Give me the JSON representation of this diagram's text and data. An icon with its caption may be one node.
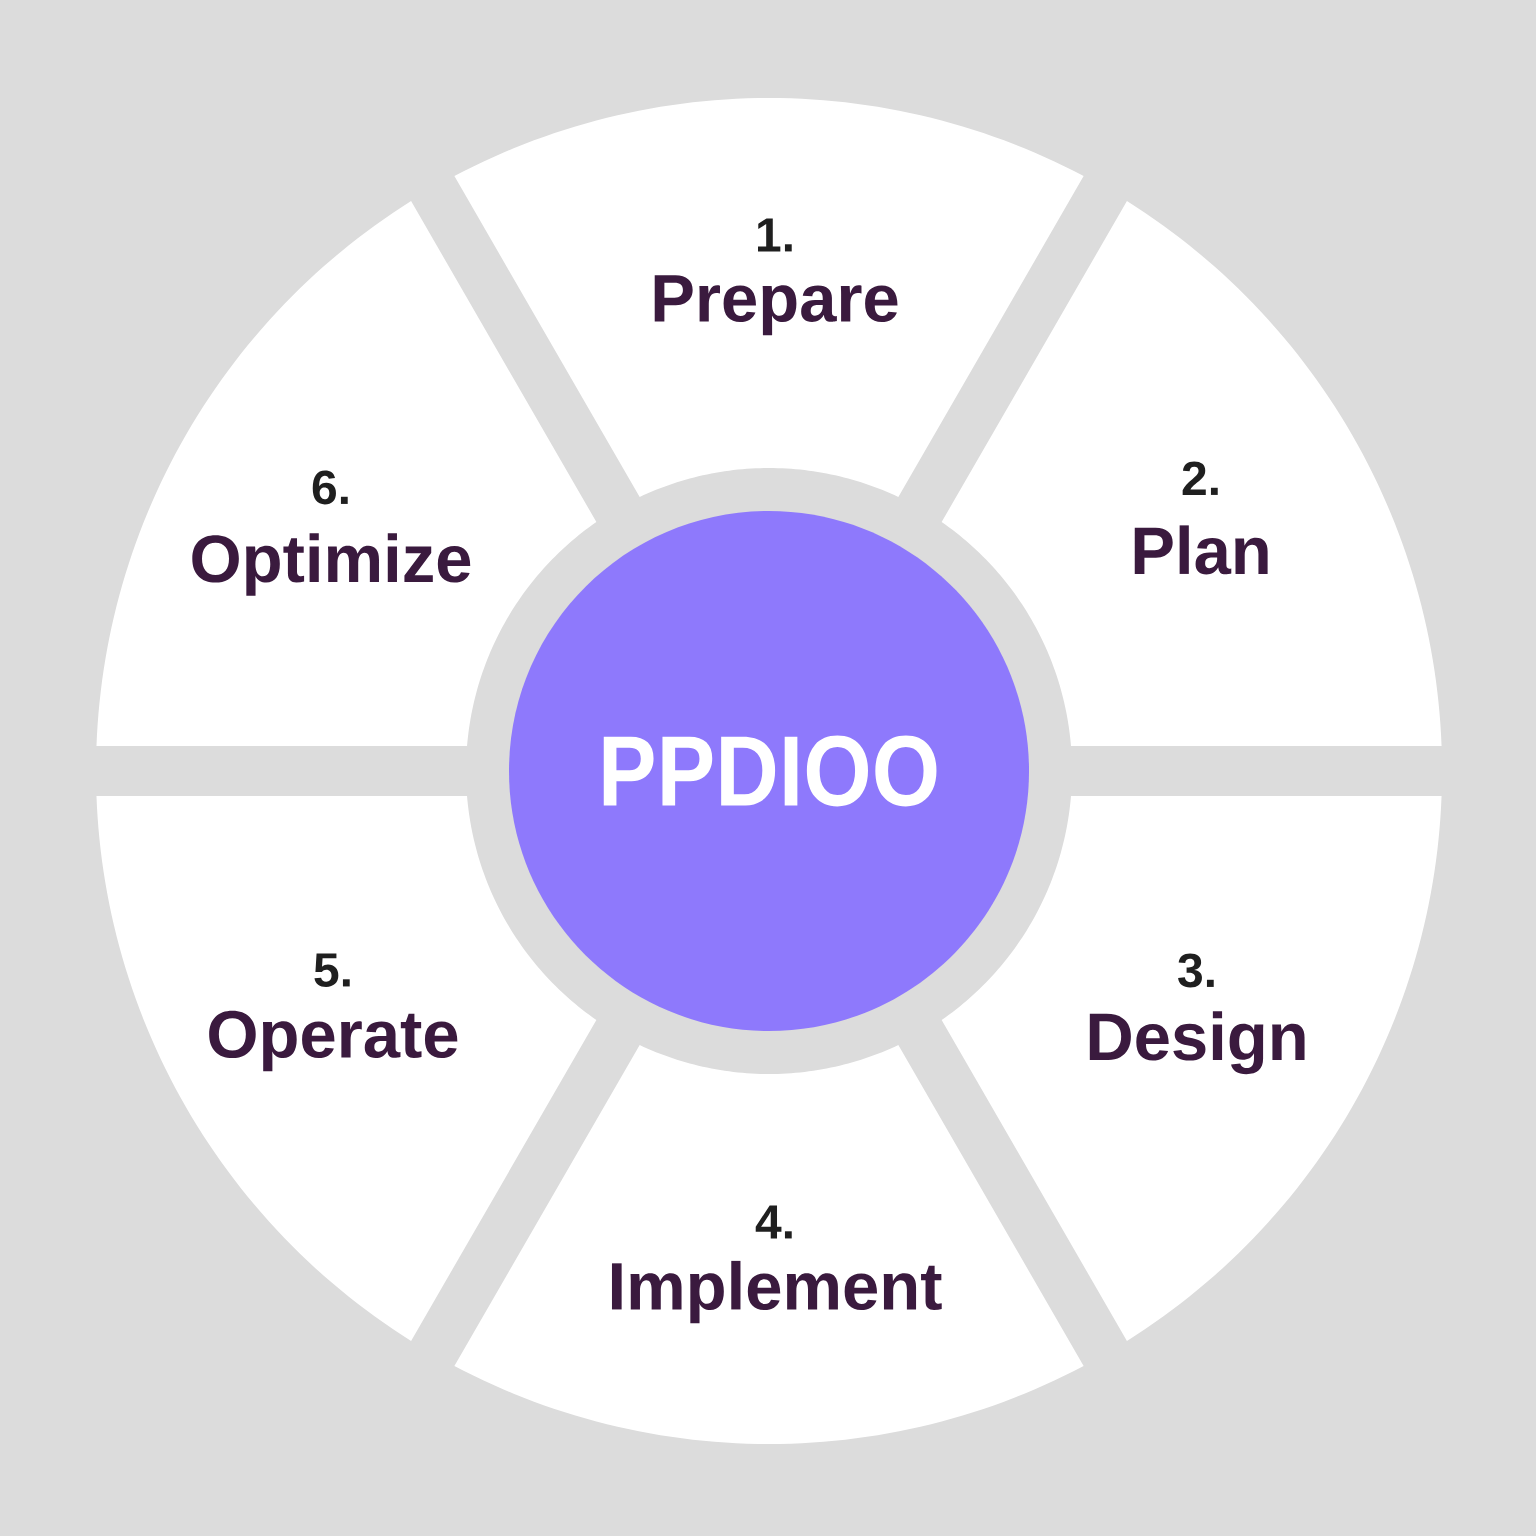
{
  "diagram": {
    "nodes": [
      {
        "text": [
          "1.",
          "Prepare"
        ]
      },
      {
        "text": [
          "2.",
          "Plan"
        ]
      },
      {
        "text": [
          "3.",
          "Design"
        ]
      },
      {
        "text": [
          "4.",
          "Implement"
        ]
      },
      {
        "text": [
          "5.",
          "Operate"
        ]
      },
      {
        "text": [
          "6.",
          "Optimize"
        ]
      },
      {
        "text": [
          "PPDIOO"
        ]
      }
    ]
  }
}
